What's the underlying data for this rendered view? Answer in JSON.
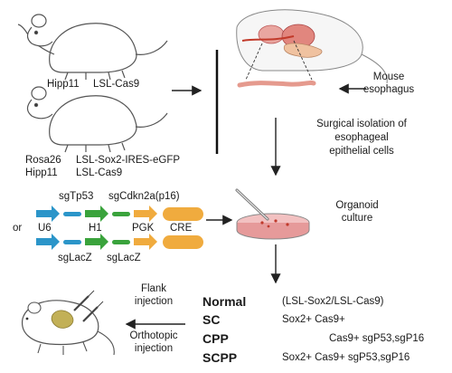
{
  "mice": {
    "top": {
      "left": "Hipp11",
      "right": "LSL-Cas9"
    },
    "bottom": {
      "line1_left": "Rosa26",
      "line1_right": "LSL-Sox2-IRES-eGFP",
      "line2_left": "Hipp11",
      "line2_right": "LSL-Cas9"
    }
  },
  "esophagus": {
    "line1": "Mouse",
    "line2": "esophagus"
  },
  "isolation": {
    "line1": "Surgical isolation of",
    "line2": "esophageal",
    "line3": "epithelial cells"
  },
  "constructs": {
    "or_label": "or",
    "row1_labels": {
      "sg1": "sgTp53",
      "sg2": "sgCdkn2a(p16)"
    },
    "promoters": [
      "U6",
      "H1",
      "PGK",
      "CRE"
    ],
    "row2_labels": {
      "sg1": "sgLacZ",
      "sg2": "sgLacZ"
    }
  },
  "organoid": {
    "line1": "Organoid",
    "line2": "culture"
  },
  "injection": {
    "flank1": "Flank",
    "flank2": "injection",
    "ortho1": "Orthotopic",
    "ortho2": "injection"
  },
  "groups": [
    {
      "name": "Normal",
      "desc": "(LSL-Sox2/LSL-Cas9)"
    },
    {
      "name": "SC",
      "desc": "Sox2+ Cas9+"
    },
    {
      "name": "CPP",
      "desc": "Cas9+ sgP53,sgP16"
    },
    {
      "name": "SCPP",
      "desc": "Sox2+ Cas9+ sgP53,sgP16"
    }
  ],
  "colors": {
    "u6_arrow": "#2b95c9",
    "h1_arrow": "#3aa33c",
    "pgk_arrow": "#f0ab3e",
    "cre_box": "#f0ab3e",
    "linker": "#2b95c9"
  }
}
